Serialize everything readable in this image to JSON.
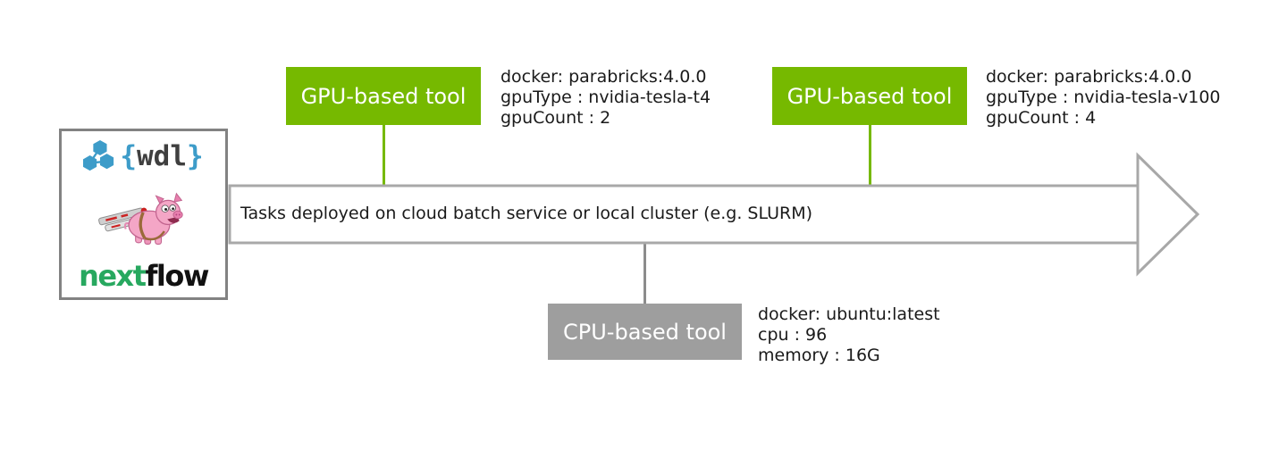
{
  "colors": {
    "gpu_box_green": "#76B900",
    "cpu_box_gray": "#9E9E9E",
    "arrow_outline_gray": "#A8A8A8",
    "text_color": "#1A1A1A",
    "wdl_blue": "#3D9CC9",
    "nextflow_green": "#27A85F"
  },
  "logo_panel": {
    "wdl": {
      "open_brace": "{",
      "name": "wdl",
      "close_brace": "}"
    },
    "nextflow": {
      "next": "next",
      "flow": "flow"
    },
    "icons": [
      "wdl-hexagons-icon",
      "jetpack-pig-icon"
    ]
  },
  "arrow": {
    "label": "Tasks deployed on cloud batch service or local cluster (e.g. SLURM)"
  },
  "nodes": {
    "gpu1": {
      "label": "GPU-based tool",
      "props": [
        "docker: parabricks:4.0.0",
        "gpuType : nvidia-tesla-t4",
        "gpuCount : 2"
      ]
    },
    "gpu2": {
      "label": "GPU-based tool",
      "props": [
        "docker: parabricks:4.0.0",
        "gpuType : nvidia-tesla-v100",
        "gpuCount : 4"
      ]
    },
    "cpu": {
      "label": "CPU-based tool",
      "props": [
        "docker: ubuntu:latest",
        "cpu : 96",
        "memory : 16G"
      ]
    }
  }
}
